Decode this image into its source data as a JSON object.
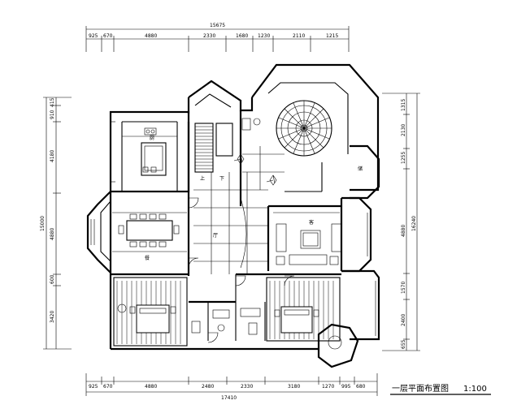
{
  "title": "一层平面布置图",
  "scale": "1:100",
  "dimensions": {
    "top_total": "15675",
    "top_segments": [
      "925",
      "670",
      "4880",
      "2330",
      "1680",
      "1230",
      "2110",
      "1215"
    ],
    "bottom_total": "17410",
    "bottom_segments": [
      "925",
      "670",
      "4880",
      "2480",
      "2330",
      "3180",
      "1270",
      "995",
      "680"
    ],
    "left_total": "15000",
    "left_segments": [
      "415",
      "910",
      "4180",
      "4880",
      "600",
      "3420"
    ],
    "right_total": "16240",
    "right_segments": [
      "1315",
      "2130",
      "1255",
      "4880",
      "1570",
      "2400",
      "655"
    ]
  },
  "rooms": {
    "kitchen": "厨",
    "dining": "餐",
    "hall": "厅",
    "living": "客",
    "storage": "储",
    "up_mark": "上",
    "down_mark": "下"
  }
}
